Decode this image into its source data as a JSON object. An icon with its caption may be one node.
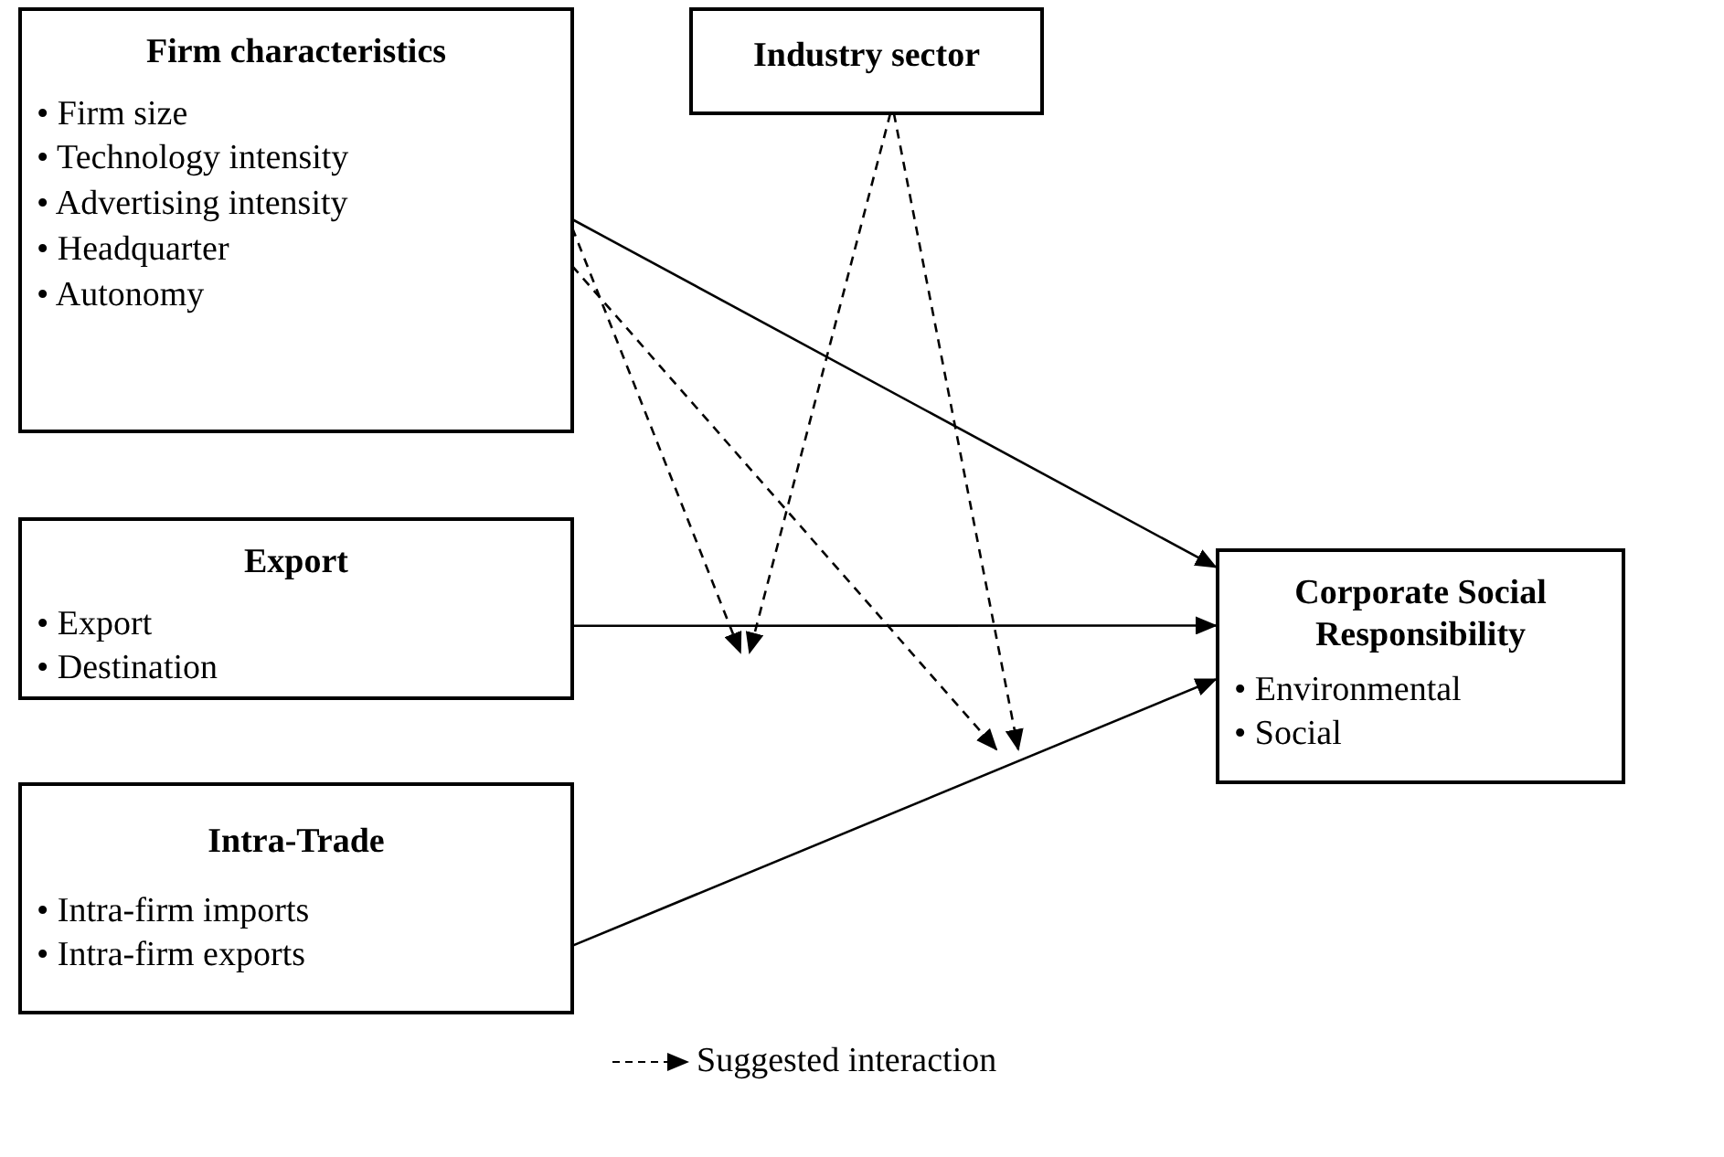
{
  "diagram": {
    "nodes": [
      {
        "text": [
          "Firm characteristics",
          "• Firm size",
          "• Technology intensity",
          "• Advertising intensity",
          "• Headquarter",
          "• Autonomy"
        ]
      },
      {
        "text": [
          "Industry sector"
        ]
      },
      {
        "text": [
          "Export",
          "• Export",
          "• Destination"
        ]
      },
      {
        "text": [
          "Intra-Trade",
          "• Intra-firm imports",
          "• Intra-firm exports"
        ]
      },
      {
        "text": [
          "Corporate Social Responsibility",
          "• Environmental",
          "• Social"
        ]
      }
    ],
    "edges": [
      {
        "from": 0,
        "to": 4,
        "arrow": "to"
      },
      {
        "from": 2,
        "to": 4,
        "arrow": "to"
      },
      {
        "from": 3,
        "to": 4,
        "arrow": "to"
      },
      {
        "from": 0,
        "to": null,
        "arrow": "to",
        "style": "dashed"
      },
      {
        "from": 1,
        "to": null,
        "arrow": "to",
        "style": "dashed"
      },
      {
        "from": 0,
        "to": null,
        "arrow": "to",
        "style": "dashed"
      },
      {
        "from": 1,
        "to": null,
        "arrow": "to",
        "style": "dashed"
      }
    ],
    "legend": [
      {
        "text": "Suggested interaction"
      }
    ]
  }
}
